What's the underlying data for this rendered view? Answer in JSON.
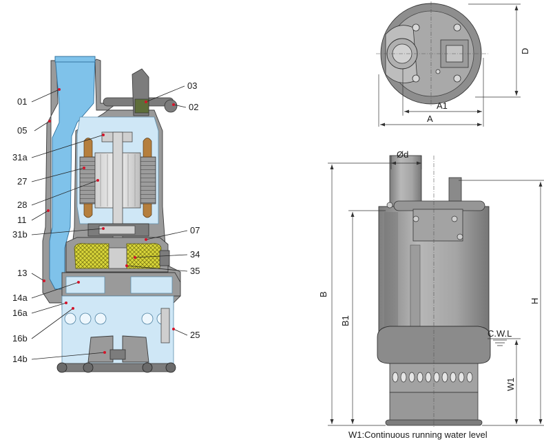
{
  "cutaway": {
    "labels": [
      {
        "id": "outlet",
        "text": "01"
      },
      {
        "id": "cover",
        "text": "05"
      },
      {
        "id": "bearing-upper",
        "text": "31a"
      },
      {
        "id": "stator",
        "text": "27"
      },
      {
        "id": "rotor",
        "text": "28"
      },
      {
        "id": "casing",
        "text": "11"
      },
      {
        "id": "bearing-lower",
        "text": "31b"
      },
      {
        "id": "pump-casing",
        "text": "13"
      },
      {
        "id": "seal-a",
        "text": "14a"
      },
      {
        "id": "liner",
        "text": "16a"
      },
      {
        "id": "liner-b",
        "text": "16b"
      },
      {
        "id": "impeller",
        "text": "14b"
      },
      {
        "id": "handle",
        "text": "03"
      },
      {
        "id": "cable",
        "text": "02"
      },
      {
        "id": "seal-plate",
        "text": "07"
      },
      {
        "id": "oil-chamber",
        "text": "34"
      },
      {
        "id": "mech-seal",
        "text": "35"
      },
      {
        "id": "strainer",
        "text": "25"
      }
    ]
  },
  "dimensions": {
    "top_view": {
      "a": "A",
      "a1": "A1",
      "d": "D"
    },
    "side_view": {
      "od": "Ød",
      "b": "B",
      "b1": "B1",
      "h": "H",
      "w1": "W1",
      "cwl": "C.W.L"
    }
  },
  "caption": "W1:Continuous running water level",
  "colors": {
    "water": "#7fc2ea",
    "body": "#a6a6a6",
    "oil": "#d9d63a",
    "marker": "#d4142a"
  }
}
